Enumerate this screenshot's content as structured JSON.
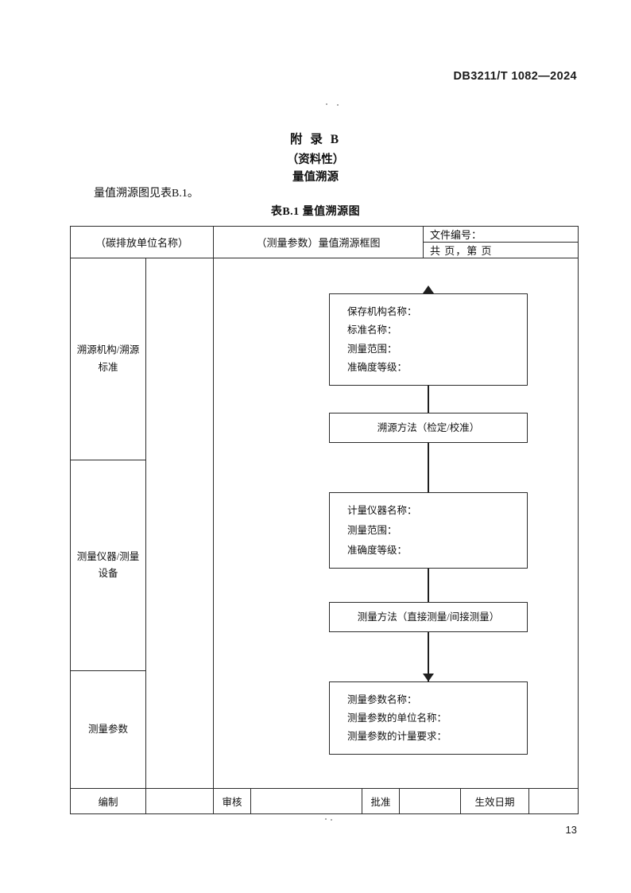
{
  "header": {
    "standard_code": "DB3211/T 1082—2024"
  },
  "annex": {
    "title": "附 录 B",
    "subtitle": "（资料性）",
    "name": "量值溯源"
  },
  "body": {
    "paragraph": "量值溯源图见表B.1。"
  },
  "table": {
    "caption": "表B.1 量值溯源图",
    "head": {
      "unit_name": "（碳排放单位名称）",
      "diagram_title": "（测量参数）量值溯源框图",
      "doc_number_label": "文件编号：",
      "pages_label": "共  页，第  页"
    },
    "row_labels": [
      "溯源机构/溯源标准",
      "测量仪器/测量设备",
      "测量参数"
    ],
    "footer": {
      "prepared_label": "编制",
      "prepared_value": "",
      "reviewed_label": "审核",
      "reviewed_value": "",
      "approved_label": "批准",
      "approved_value": "",
      "effective_date_label": "生效日期",
      "effective_date_value": ""
    }
  },
  "flow": {
    "standard_box": {
      "line1": "保存机构名称：",
      "line2": "标准名称：",
      "line3": "测量范围：",
      "line4": "准确度等级："
    },
    "trace_method_box": {
      "line1": "溯源方法（检定/校准）"
    },
    "instrument_box": {
      "line1": "计量仪器名称：",
      "line2": "测量范围：",
      "line3": "准确度等级："
    },
    "measure_method_box": {
      "line1": "测量方法（直接测量/间接测量）"
    },
    "parameter_box": {
      "line1": "测量参数名称：",
      "line2": "测量参数的单位名称：",
      "line3": "测量参数的计量要求："
    }
  },
  "footer": {
    "page_number": "13"
  }
}
